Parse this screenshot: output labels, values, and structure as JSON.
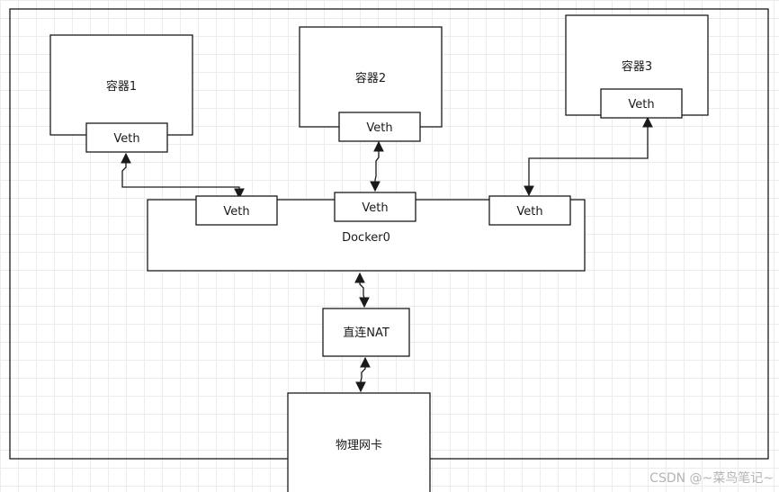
{
  "colors": {
    "stroke": "#1a1a1a",
    "fill": "#ffffff",
    "grid": "#ececec",
    "watermark": "#b4b4b4"
  },
  "containers": [
    {
      "label": "容器1",
      "veth": "Veth"
    },
    {
      "label": "容器2",
      "veth": "Veth"
    },
    {
      "label": "容器3",
      "veth": "Veth"
    }
  ],
  "bridge": {
    "label": "Docker0",
    "veths": [
      "Veth",
      "Veth",
      "Veth"
    ]
  },
  "nat": {
    "label": "直连NAT"
  },
  "nic": {
    "label": "物理网卡"
  },
  "watermark": "CSDN @~菜鸟笔记~"
}
